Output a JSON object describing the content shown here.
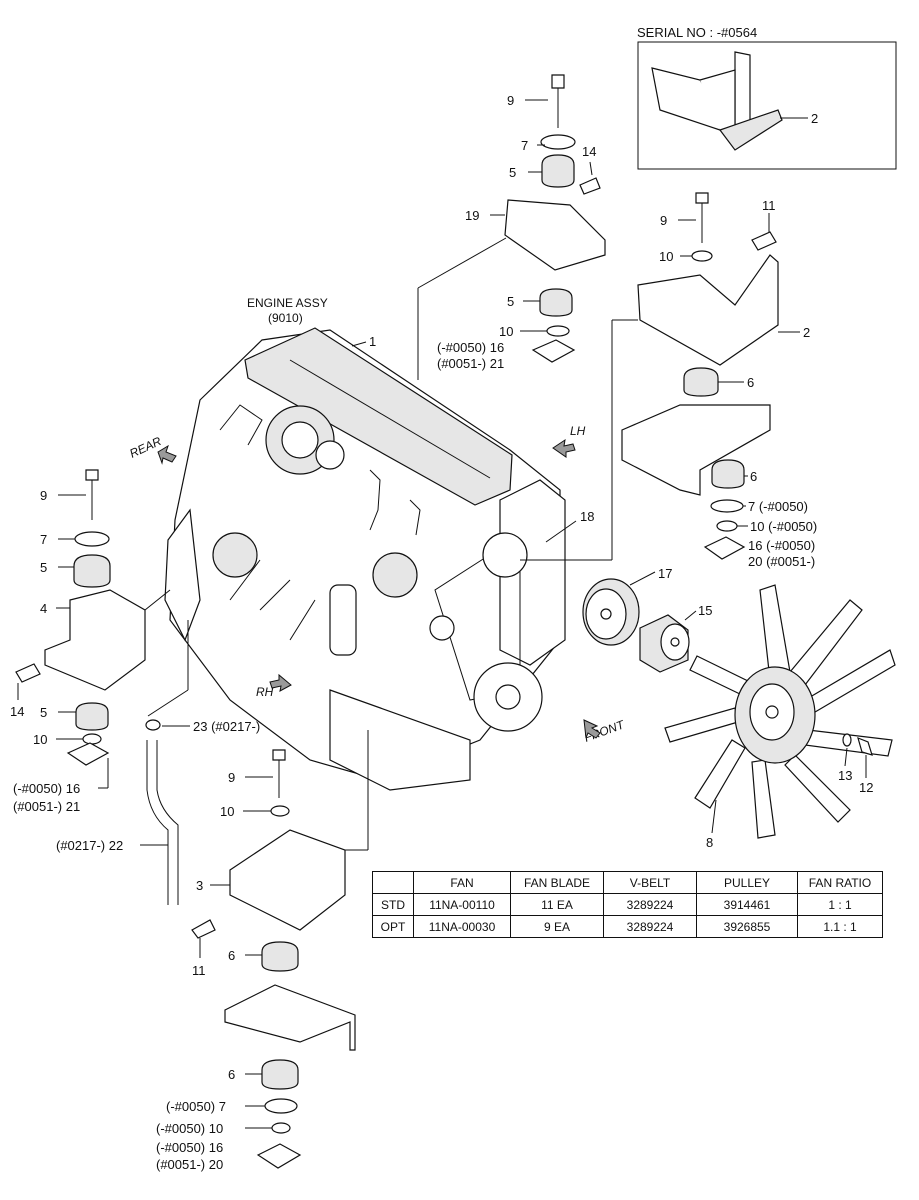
{
  "serial_box": {
    "title": "SERIAL NO : -#0564",
    "callout": "2"
  },
  "engine": {
    "title": "ENGINE ASSY",
    "code": "(9010)",
    "callout": "1"
  },
  "directions": {
    "rear": "REAR",
    "lh": "LH",
    "rh": "RH",
    "front": "FRONT"
  },
  "callouts": {
    "top_9": "9",
    "top_7": "7",
    "top_5": "5",
    "top_14": "14",
    "top_19": "19",
    "top_5b": "5",
    "top_10": "10",
    "top_16": "(-#0050) 16",
    "top_21": "(#0051-) 21",
    "r_9": "9",
    "r_11": "11",
    "r_10": "10",
    "r_2": "2",
    "r_6": "6",
    "r_6b": "6",
    "r_7": "7 (-#0050)",
    "r_10b": "10 (-#0050)",
    "r_16": "16 (-#0050)",
    "r_20": "20 (#0051-)",
    "c_18": "18",
    "c_17": "17",
    "c_15": "15",
    "c_13": "13",
    "c_12": "12",
    "c_8": "8",
    "l_9": "9",
    "l_7": "7",
    "l_5": "5",
    "l_4": "4",
    "l_14": "14",
    "l_5b": "5",
    "l_10": "10",
    "l_16": "(-#0050) 16",
    "l_21": "(#0051-) 21",
    "c_23": "23 (#0217-)",
    "c_22": "(#0217-) 22",
    "b_9": "9",
    "b_10": "10",
    "b_3": "3",
    "b_11": "11",
    "b_6": "6",
    "b_6b": "6",
    "b_7": "(-#0050) 7",
    "b_10b": "(-#0050) 10",
    "b_16": "(-#0050) 16",
    "b_20": "(#0051-) 20"
  },
  "table": {
    "headers": [
      "",
      "FAN",
      "FAN BLADE",
      "V-BELT",
      "PULLEY",
      "FAN RATIO"
    ],
    "rows": [
      {
        "type": "STD",
        "fan": "11NA-00110",
        "fan_blade": "11 EA",
        "v_belt": "3289224",
        "pulley": "3914461",
        "fan_ratio": "1 : 1"
      },
      {
        "type": "OPT",
        "fan": "11NA-00030",
        "fan_blade": "9 EA",
        "v_belt": "3289224",
        "pulley": "3926855",
        "fan_ratio": "1.1 : 1"
      }
    ]
  }
}
